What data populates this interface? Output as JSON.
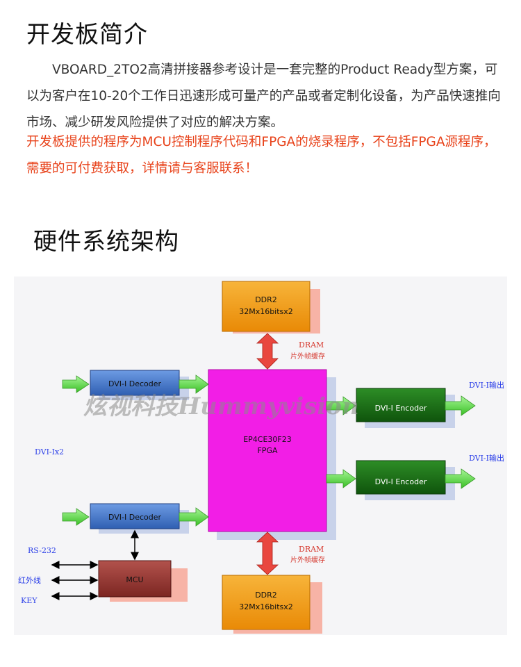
{
  "intro": {
    "title": "开发板简介",
    "paragraph1": "VBOARD_2TO2高清拼接器参考设计是一套完整的Product Ready型方案，可以为客户在10-20个工作日迅速形成可量产的产品或者定制化设备，为产品快速推向市场、减少研发风险提供了对应的解决方案。",
    "paragraph2": "开发板提供的程序为MCU控制程序代码和FPGA的烧录程序，不包括FPGA源程序，需要的可付费获取，详情请与客服联系！"
  },
  "architecture": {
    "title": "硬件系统架构",
    "watermark": "炫视科技Hummyvision",
    "blocks": {
      "ddr_top_name": "DDR2",
      "ddr_top_spec": "32Mx16bitsx2",
      "ddr_bottom_name": "DDR2",
      "ddr_bottom_spec": "32Mx16bitsx2",
      "fpga_name": "EP4CE30F23",
      "fpga_label": "FPGA",
      "decoder1": "DVI-I Decoder",
      "decoder2": "DVI-I Decoder",
      "encoder1": "DVI-I Encoder",
      "encoder2": "DVI-I Encoder",
      "mcu": "MCU"
    },
    "labels": {
      "dram_top": "DRAM",
      "dram_top_sub": "片外帧缓存",
      "dram_bottom": "DRAM",
      "dram_bottom_sub": "片外帧缓存",
      "dvi_input": "DVI-Ix2",
      "dvi_out1": "DVI-I输出",
      "dvi_out2": "DVI-I输出",
      "rs232": "RS-232",
      "ir": "红外线",
      "key": "KEY"
    },
    "colors": {
      "ddr": "#f39a10",
      "fpga": "#f21ee6",
      "decoder": "#3e73c6",
      "encoder": "#176c14",
      "mcu": "#93332f",
      "arrow_green": "#6fe05a",
      "arrow_red": "#e9473f",
      "label_blue": "#2a3ee8",
      "label_red": "#d63a30"
    }
  }
}
